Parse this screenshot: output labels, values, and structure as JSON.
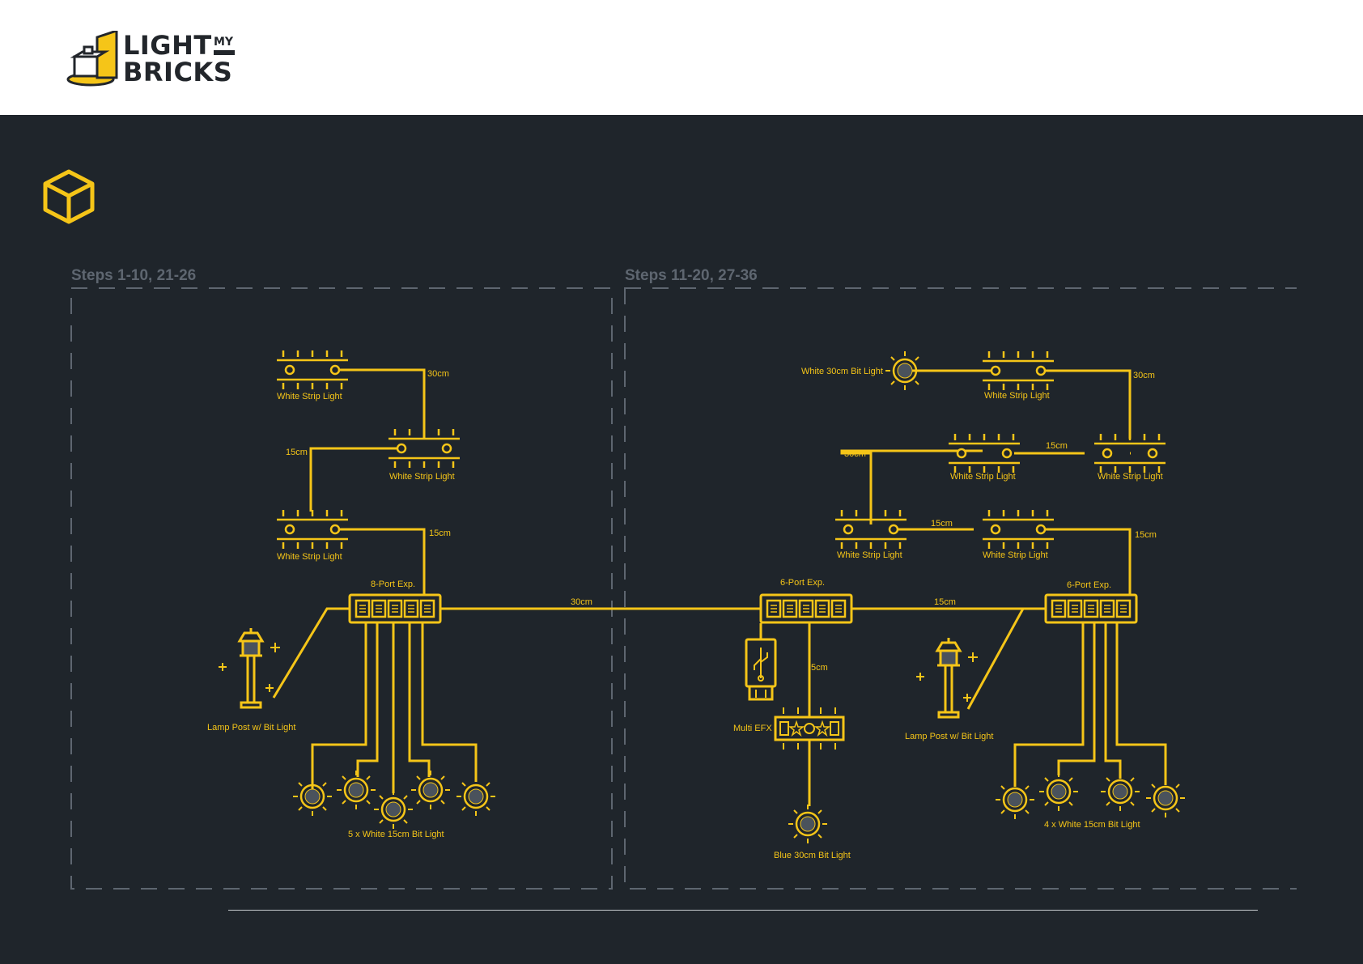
{
  "logo": {
    "line1": "LIGHT",
    "line2": "BRICKS",
    "my": "MY"
  },
  "sections": [
    {
      "title": "Steps 1-10, 21-26"
    },
    {
      "title": "Steps 11-20, 27-36"
    }
  ],
  "labels": {
    "strip_a1": "White Strip Light",
    "strip_a2": "White Strip Light",
    "strip_a3": "White Strip Light",
    "len_a1": "30cm",
    "len_a2": "15cm",
    "len_a3": "15cm",
    "hub_a": "8-Port Exp.",
    "lamp_a": "Lamp Post w/ Bit Light",
    "bits_a": "5 x White 15cm Bit Light",
    "len_link": "30cm",
    "hub_b": "6-Port Exp.",
    "len_5cm": "5cm",
    "efx": "Multi EFX",
    "blue": "Blue 30cm Bit Light",
    "len_b_hub": "15cm",
    "hub_c": "6-Port Exp.",
    "lamp_b": "Lamp Post w/ Bit Light",
    "bits_b": "4 x White 15cm Bit Light",
    "white30": "White 30cm Bit Light",
    "strip_b1": "White Strip Light",
    "len_b1": "30cm",
    "strip_b2": "White Strip Light",
    "strip_b3": "White Strip Light",
    "len_b2": "15cm",
    "len_b3": "30cm",
    "strip_b4": "White Strip Light",
    "strip_b5": "White Strip Light",
    "len_b4": "15cm",
    "len_b5": "15cm"
  },
  "colors": {
    "accent": "#f5c518",
    "bg": "#1f252b",
    "dash": "#5e6670",
    "section_title": "#5e6670",
    "label": "#f5c518"
  }
}
